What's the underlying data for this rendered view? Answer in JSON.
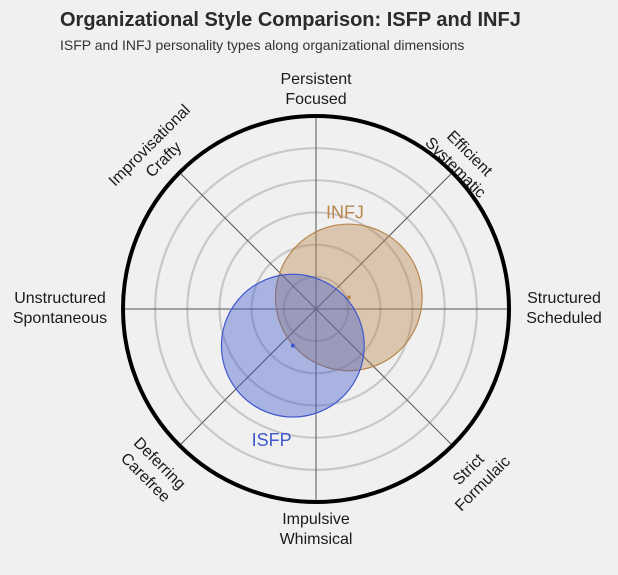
{
  "title": "Organizational Style Comparison: ISFP and INFJ",
  "subtitle": "ISFP and INFJ personality types along organizational dimensions",
  "chart_data": {
    "type": "scatter",
    "axes": [
      {
        "name": "top",
        "lines": [
          "Persistent",
          "Focused"
        ]
      },
      {
        "name": "top-right",
        "lines": [
          "Efficient",
          "Systematic"
        ]
      },
      {
        "name": "right",
        "lines": [
          "Structured",
          "Scheduled"
        ]
      },
      {
        "name": "bottom-right",
        "lines": [
          "Strict",
          "Formulaic"
        ]
      },
      {
        "name": "bottom",
        "lines": [
          "Impulsive",
          "Whimsical"
        ]
      },
      {
        "name": "bottom-left",
        "lines": [
          "Deferring",
          "Carefree"
        ]
      },
      {
        "name": "left",
        "lines": [
          "Unstructured",
          "Spontaneous"
        ]
      },
      {
        "name": "top-left",
        "lines": [
          "Improvisational",
          "Crafty"
        ]
      }
    ],
    "range": [
      -1,
      1
    ],
    "rings": 6,
    "grid": true,
    "series": [
      {
        "name": "INFJ",
        "x": 0.17,
        "y": 0.06,
        "radius": 0.38,
        "color": "#b8864e"
      },
      {
        "name": "ISFP",
        "x": -0.12,
        "y": -0.19,
        "radius": 0.37,
        "color": "#3f57cc"
      }
    ]
  }
}
